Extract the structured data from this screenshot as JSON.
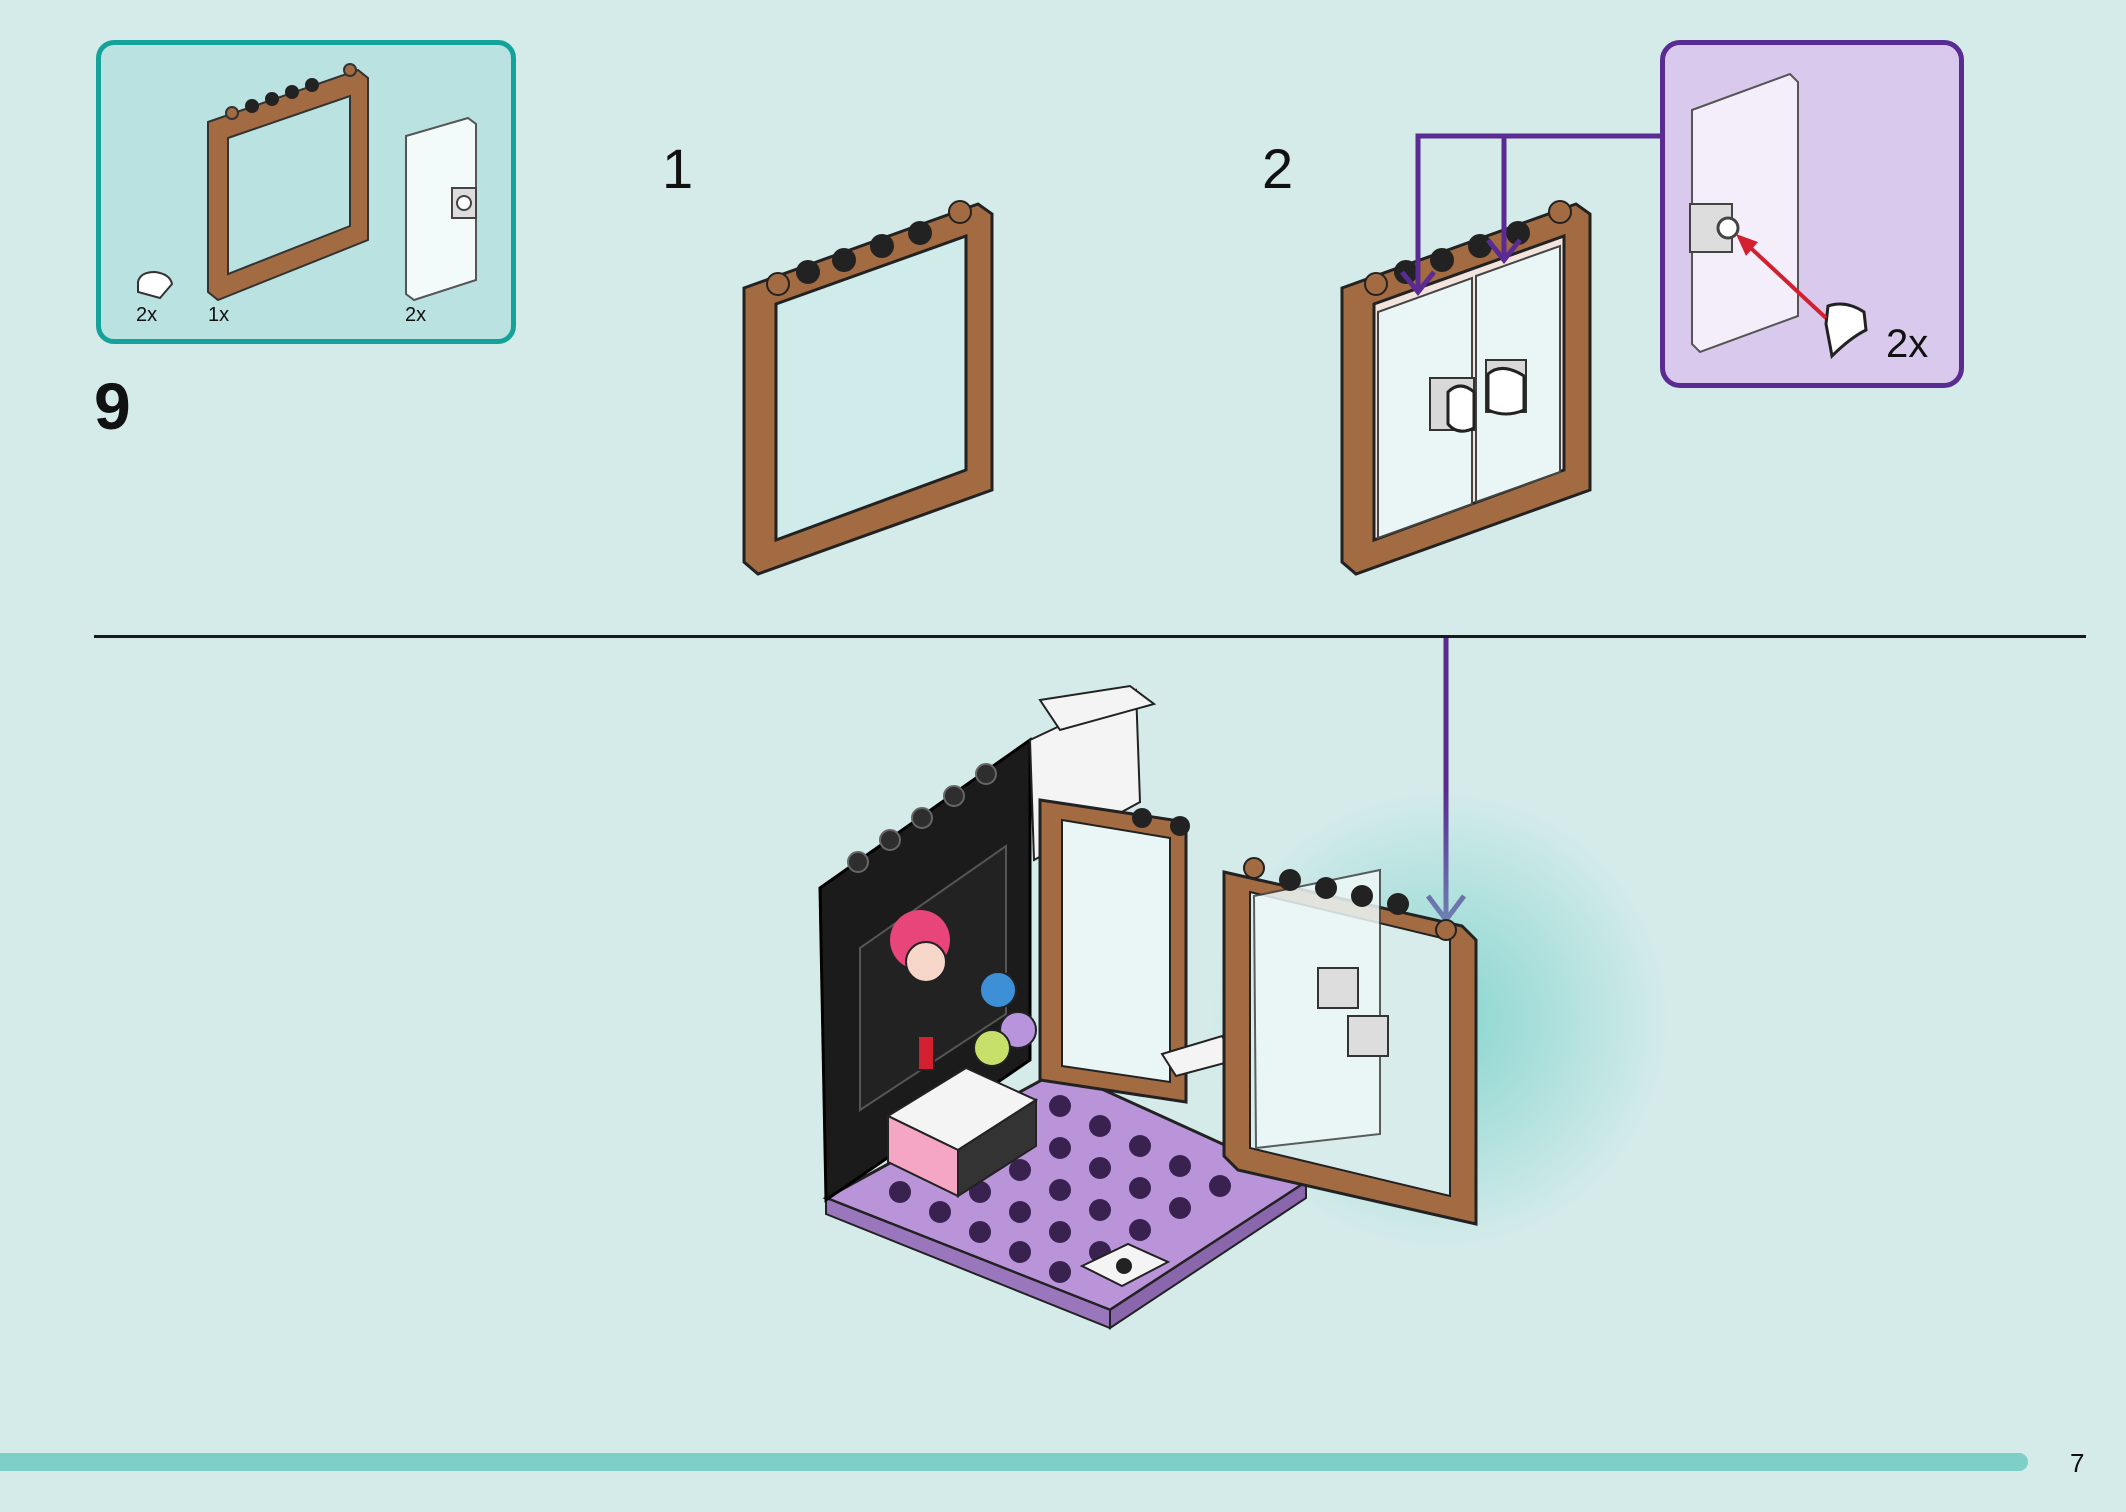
{
  "parts_panel": {
    "items": [
      {
        "name": "tile-round",
        "qty": "2x"
      },
      {
        "name": "window-frame",
        "qty": "1x"
      },
      {
        "name": "window-pane",
        "qty": "2x"
      }
    ]
  },
  "step_number": "9",
  "sub_steps": [
    "1",
    "2"
  ],
  "callout": {
    "qty": "2x"
  },
  "page_number": "7",
  "colors": {
    "background": "#d4ebea",
    "parts_border": "#14a39a",
    "callout_border": "#5a2b93",
    "arrow_purple": "#5a2b93",
    "arrow_red": "#d32030",
    "frame_brown": "#a36b42",
    "plate_lilac": "#b994d9",
    "progress": "#7fcfc9"
  }
}
